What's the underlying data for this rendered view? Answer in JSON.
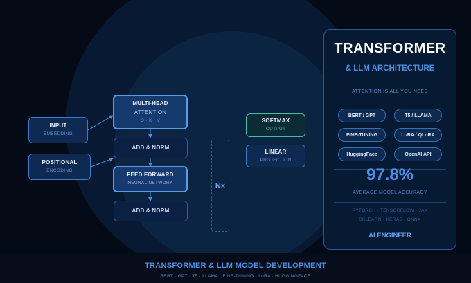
{
  "diagram": {
    "input": {
      "title": "INPUT",
      "sub": "EMBEDDING"
    },
    "positional": {
      "title": "POSITIONAL",
      "sub": "ENCODING"
    },
    "attention": {
      "title": "MULTI-HEAD",
      "title2": "ATTENTION",
      "sub": "Q · K · V"
    },
    "add_norm_1": {
      "title": "ADD & NORM"
    },
    "feed_forward": {
      "title": "FEED FORWARD",
      "sub": "NEURAL NETWORK"
    },
    "add_norm_2": {
      "title": "ADD & NORM"
    },
    "repeat_label": "N×",
    "softmax": {
      "title": "SOFTMAX",
      "sub": "OUTPUT"
    },
    "linear": {
      "title": "LINEAR",
      "sub": "PROJECTION"
    }
  },
  "panel": {
    "title": "TRANSFORMER",
    "subtitle": "& LLM ARCHITECTURE",
    "tagline": "ATTENTION IS ALL YOU NEED",
    "pills": [
      "BERT / GPT",
      "T5 / LLAMA",
      "FINE-TUNING",
      "LoRA / QLoRA",
      "HuggingFace",
      "OpenAI API"
    ],
    "accuracy_value": "97.8%",
    "accuracy_label": "AVERAGE MODEL ACCURACY",
    "tools_line1": "PYTORCH · TENSORFLOW · JAX",
    "tools_line2": "SKLEARN · KERAS · ONNX",
    "role": "AI ENGINEER"
  },
  "footer": {
    "title": "TRANSFORMER & LLM MODEL DEVELOPMENT",
    "subtitle": "BERT · GPT · T5 · LLAMA · FINE-TUNING · LoRA · HUGGINGFACE"
  },
  "colors": {
    "background": "#050b16",
    "accent": "#4a8fe0",
    "teal": "#4ab9a7"
  }
}
